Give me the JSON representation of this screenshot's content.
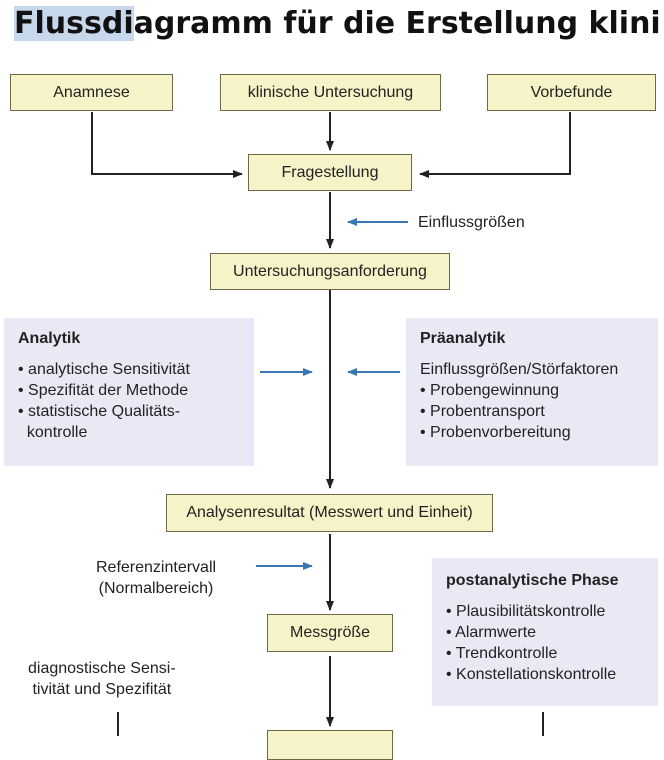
{
  "title": {
    "highlighted": "Flussdi",
    "rest": "agramm für die Erstellung klini"
  },
  "boxes": {
    "anamnese": "Anamnese",
    "klinische_untersuchung": "klinische Untersuchung",
    "vorbefunde": "Vorbefunde",
    "fragestellung": "Fragestellung",
    "untersuchungsanforderung": "Untersuchungsanforderung",
    "analysenresultat": "Analysenresultat (Messwert und Einheit)",
    "messgroesse": "Messgröße"
  },
  "notes": {
    "einflussgroessen": "Einflussgrößen",
    "referenzintervall": [
      "Referenzintervall",
      "(Normalbereich)"
    ],
    "diagnostische": [
      "diagnostische Sensi-",
      "tivität und Spezifität"
    ]
  },
  "panels": {
    "analytik": {
      "title": "Analytik",
      "items": [
        "• analytische Sensitivität",
        "• Spezifität der Methode",
        "• statistische Qualitäts-",
        "  kontrolle"
      ]
    },
    "praeanalytik": {
      "title": "Präanalytik",
      "items": [
        "Einflussgrößen/Störfaktoren",
        "• Probengewinnung",
        "• Probentransport",
        "• Probenvorbereitung"
      ]
    },
    "postanalytik": {
      "title": "postanalytische Phase",
      "items": [
        "• Plausibilitätskontrolle",
        "• Alarmwerte",
        "• Trendkontrolle",
        "• Konstellationskontrolle"
      ]
    }
  },
  "colors": {
    "box_fill": "#f6f3c8",
    "panel_fill": "#e8e9f4",
    "arrow_blue": "#3a78b5",
    "arrow_black": "#222222"
  }
}
